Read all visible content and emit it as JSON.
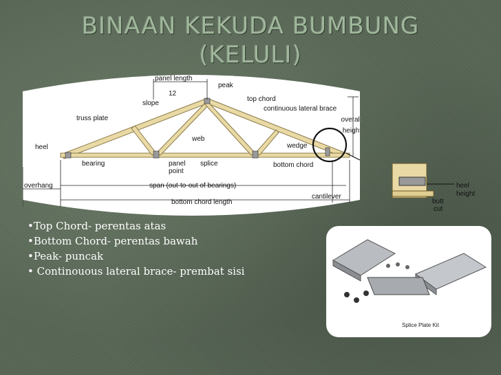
{
  "slide": {
    "title_line1": "BINAAN KEKUDA BUMBUNG",
    "title_line2": "(KELULI)"
  },
  "diagram": {
    "labels": {
      "panel_length": "panel length",
      "peak": "peak",
      "top_chord": "top chord",
      "continuous_lateral_brace": "continuous lateral brace",
      "slope": "slope",
      "slope_value": "12",
      "truss_plate": "truss plate",
      "overall": "overall",
      "height": "height",
      "heel": "heel",
      "web": "web",
      "wedge": "wedge",
      "bearing": "bearing",
      "panel": "panel",
      "point": "point",
      "splice": "splice",
      "bottom_chord": "bottom chord",
      "overhang": "overhang",
      "span": "span (out-to-out of bearings)",
      "cantilever": "cantilever",
      "bottom_chord_length": "bottom chord length",
      "detail_heel": "heel",
      "detail_height": "height",
      "detail_butt": "butt",
      "detail_cut": "cut"
    }
  },
  "bullets": [
    "•Top Chord- perentas atas",
    "•Bottom Chord- perentas bawah",
    "•Peak- puncak",
    "• Continouous lateral brace- prembat sisi"
  ],
  "photo": {
    "caption": "Splice Plate Kit"
  }
}
